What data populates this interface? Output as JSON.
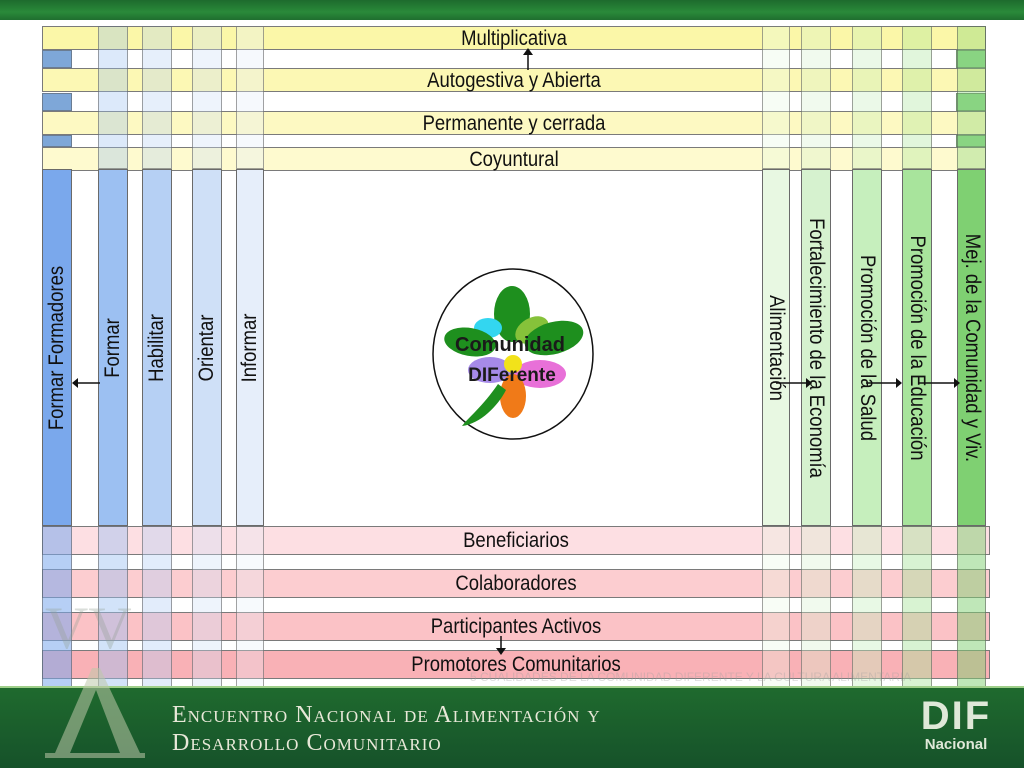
{
  "top_bands": [
    "Multiplicativa",
    "Autogestiva y Abierta",
    "Permanente y cerrada",
    "Coyuntural"
  ],
  "bottom_bands": [
    "Beneficiarios",
    "Colaboradores",
    "Participantes Activos",
    "Promotores Comunitarios"
  ],
  "left_columns": [
    "Formar Formadores",
    "Formar",
    "Habilitar",
    "Orientar",
    "Informar"
  ],
  "right_columns": [
    "Alimentación",
    "Fortalecimiento de la Economía",
    "Promoción de la Salud",
    "Promoción de la Educación",
    "Mej. de la Comunidad y Viv."
  ],
  "center": {
    "line1": "Comunidad",
    "line2": "DIFerente"
  },
  "footer": {
    "line1": "Encuentro Nacional de Alimentación y",
    "line2": "Desarrollo Comunitario",
    "logo_top": "DIF",
    "logo_bottom": "Nacional",
    "watermark": "5 CUALIDADES DE LA COMUNIDAD DIFERENTE Y LA CULTURA ALIMENTARIA"
  },
  "colors": {
    "header_green": "#2a8a3a",
    "top_band": "#fdf8c0",
    "bottom_band": "#fbc8c8"
  }
}
